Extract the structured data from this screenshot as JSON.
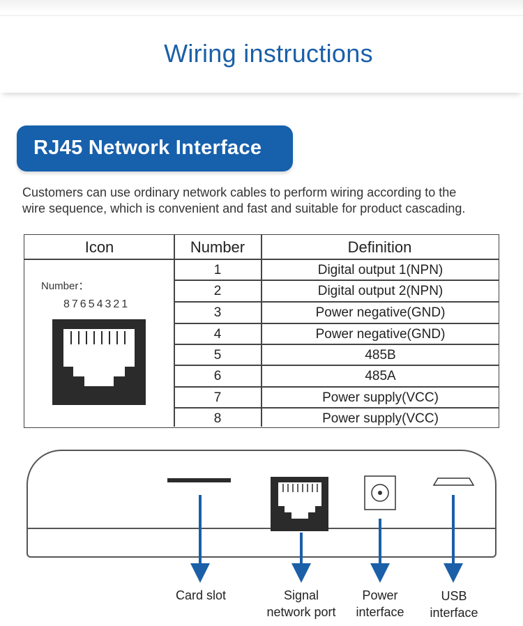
{
  "header": {
    "title": "Wiring instructions"
  },
  "section": {
    "title": "RJ45 Network Interface",
    "description_lines": [
      "Customers can use ordinary network cables to perform wiring according to the",
      "wire sequence, which is convenient and fast and suitable for product cascading."
    ]
  },
  "table": {
    "headers": {
      "icon": "Icon",
      "number": "Number",
      "definition": "Definition"
    },
    "icon_label": "Number：",
    "icon_sequence": "87654321",
    "rows": [
      {
        "number": "1",
        "definition": "Digital output 1(NPN)"
      },
      {
        "number": "2",
        "definition": "Digital output 2(NPN)"
      },
      {
        "number": "3",
        "definition": "Power negative(GND)"
      },
      {
        "number": "4",
        "definition": "Power negative(GND)"
      },
      {
        "number": "5",
        "definition": "485B"
      },
      {
        "number": "6",
        "definition": "485A"
      },
      {
        "number": "7",
        "definition": "Power supply(VCC)"
      },
      {
        "number": "8",
        "definition": "Power supply(VCC)"
      }
    ]
  },
  "device": {
    "ports": {
      "card_slot": [
        "Card slot"
      ],
      "signal_port": [
        "Signal",
        "network port"
      ],
      "power": [
        "Power",
        "interface"
      ],
      "usb": [
        "USB",
        "interface"
      ]
    }
  },
  "colors": {
    "accent": "#1760ac",
    "title": "#1a5fa8",
    "arrow": "#1a5fa8",
    "line": "#444444"
  },
  "icons": [
    "rj45-port-icon",
    "dc-power-jack-icon",
    "usb-port-icon",
    "card-slot-icon",
    "arrow-down-icon"
  ]
}
